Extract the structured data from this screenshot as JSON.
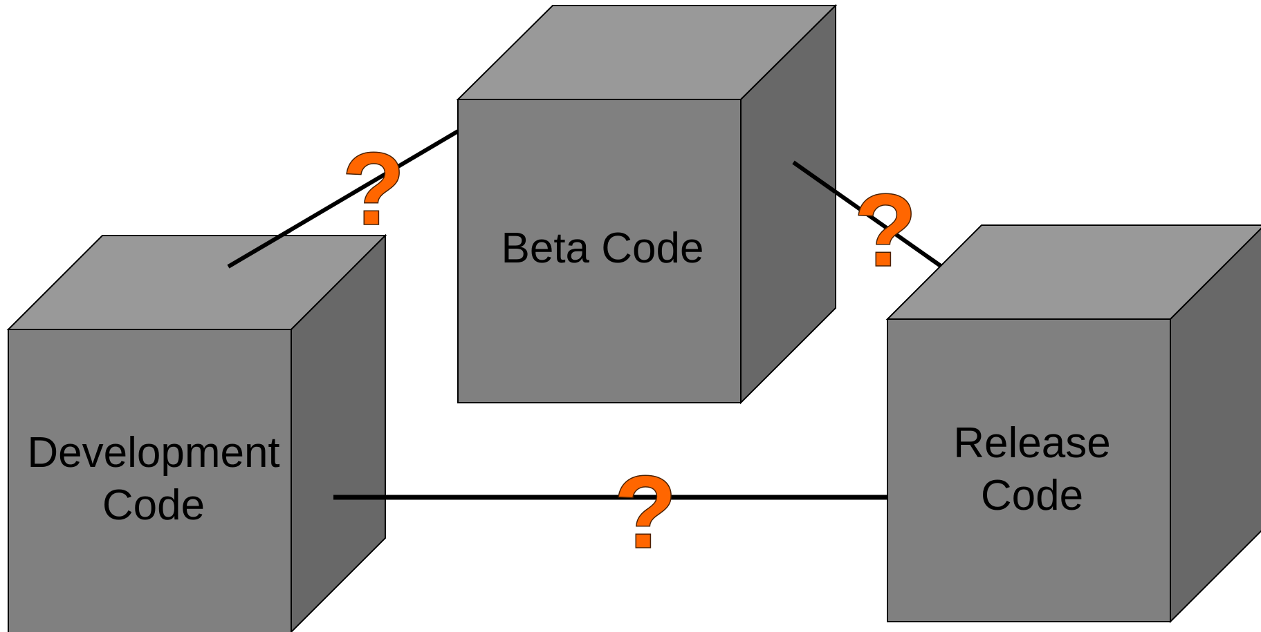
{
  "colors": {
    "cube_front": "#808080",
    "cube_top": "#999999",
    "cube_side": "#686868",
    "connector": "#000000",
    "question_mark": "#ff6600"
  },
  "cubes": {
    "development": {
      "line1": "Development",
      "line2": "Code"
    },
    "beta": {
      "line1": "Beta Code"
    },
    "release": {
      "line1": "Release",
      "line2": "Code"
    }
  },
  "question_marks": {
    "dev_to_beta": "?",
    "beta_to_release": "?",
    "dev_to_release": "?"
  }
}
